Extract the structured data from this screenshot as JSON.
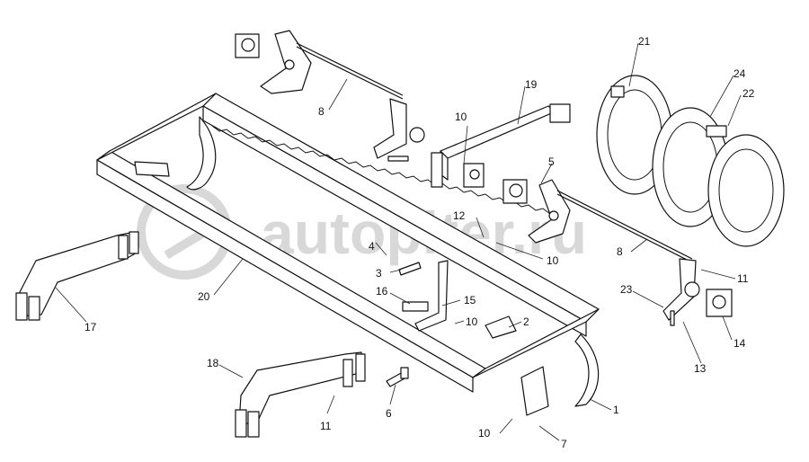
{
  "watermark": {
    "text": "autopiter.ru",
    "color": "#d8d8d8"
  },
  "callouts": [
    {
      "id": "c1",
      "text": "1"
    },
    {
      "id": "c2",
      "text": "2"
    },
    {
      "id": "c3",
      "text": "3"
    },
    {
      "id": "c4",
      "text": "4"
    },
    {
      "id": "c5",
      "text": "5"
    },
    {
      "id": "c6",
      "text": "6"
    },
    {
      "id": "c7",
      "text": "7"
    },
    {
      "id": "c8a",
      "text": "8"
    },
    {
      "id": "c8b",
      "text": "8"
    },
    {
      "id": "c10a",
      "text": "10"
    },
    {
      "id": "c10b",
      "text": "10"
    },
    {
      "id": "c10c",
      "text": "10"
    },
    {
      "id": "c10d",
      "text": "10"
    },
    {
      "id": "c11a",
      "text": "11"
    },
    {
      "id": "c11b",
      "text": "11"
    },
    {
      "id": "c12",
      "text": "12"
    },
    {
      "id": "c13",
      "text": "13"
    },
    {
      "id": "c14",
      "text": "14"
    },
    {
      "id": "c15",
      "text": "15"
    },
    {
      "id": "c16",
      "text": "16"
    },
    {
      "id": "c17",
      "text": "17"
    },
    {
      "id": "c18",
      "text": "18"
    },
    {
      "id": "c19",
      "text": "19"
    },
    {
      "id": "c20",
      "text": "20"
    },
    {
      "id": "c21",
      "text": "21"
    },
    {
      "id": "c22",
      "text": "22"
    },
    {
      "id": "c23",
      "text": "23"
    },
    {
      "id": "c24",
      "text": "24"
    }
  ]
}
